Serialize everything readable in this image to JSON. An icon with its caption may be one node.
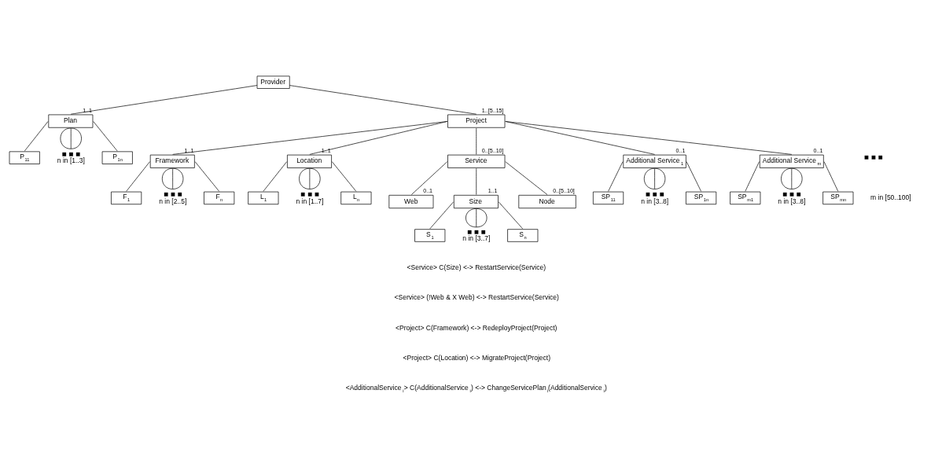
{
  "diagram": {
    "nodes": [
      {
        "text": [
          "Provider"
        ]
      },
      {
        "text": [
          "Plan"
        ],
        "beside": [
          "1..1"
        ]
      },
      {
        "text": [
          "Project"
        ],
        "beside": [
          "1..[5..15]"
        ]
      },
      {
        "text": [
          "P$_{11}$"
        ]
      },
      {
        "text": [
          "■ ■ ■",
          "n in [1..3]"
        ]
      },
      {
        "text": [
          "P$_{1n}$"
        ]
      },
      {
        "text": [
          "Framework"
        ],
        "beside": [
          "1..1"
        ]
      },
      {
        "text": [
          "F$_{1}$"
        ]
      },
      {
        "text": [
          "■ ■ ■",
          "n in [2..5]"
        ]
      },
      {
        "text": [
          "F$_{n}$"
        ]
      },
      {
        "text": [
          "Location"
        ],
        "beside": [
          "1..1"
        ]
      },
      {
        "text": [
          "L$_{1}$"
        ]
      },
      {
        "text": [
          "■ ■ ■",
          "n in [1..7]"
        ]
      },
      {
        "text": [
          "L$_{n}$"
        ]
      },
      {
        "text": [
          "Service"
        ],
        "beside": [
          "0..[5..10]"
        ]
      },
      {
        "text": [
          "Web"
        ],
        "beside": [
          "0..1"
        ]
      },
      {
        "text": [
          "Size"
        ],
        "beside": [
          "1..1"
        ]
      },
      {
        "text": [
          "Node"
        ],
        "beside": [
          "0..[5..10]"
        ]
      },
      {
        "text": [
          "S$_{1}$"
        ]
      },
      {
        "text": [
          "■ ■ ■",
          "n in [3..7]"
        ]
      },
      {
        "text": [
          "S$_{n}$"
        ]
      },
      {
        "text": [
          "Additional Service$_{1}$"
        ],
        "beside": [
          "0..1"
        ]
      },
      {
        "text": [
          "SP$_{11}$"
        ]
      },
      {
        "text": [
          "■ ■ ■",
          "n in [3..8]"
        ]
      },
      {
        "text": [
          "SP$_{1n}$"
        ]
      },
      {
        "text": [
          "Additional Service$_{m}$"
        ],
        "beside": [
          "0..1"
        ]
      },
      {
        "text": [
          "SP$_{m1}$"
        ]
      },
      {
        "text": [
          "■ ■ ■",
          "n in [3..8]"
        ]
      },
      {
        "text": [
          "SP$_{mn}$"
        ]
      }
    ],
    "edges": [
      {
        "from": 0,
        "to": 1,
        "arrow": "none"
      },
      {
        "from": 0,
        "to": 2,
        "arrow": "none"
      },
      {
        "from": 1,
        "to": 3,
        "arrow": "none"
      },
      {
        "from": 1,
        "to": 4,
        "arrow": "none"
      },
      {
        "from": 1,
        "to": 4,
        "arrow": "none"
      },
      {
        "from": 1,
        "to": 4,
        "arrow": "none"
      },
      {
        "from": 1,
        "to": 5,
        "arrow": "none"
      },
      {
        "from": 2,
        "to": 6,
        "arrow": "none"
      },
      {
        "from": 2,
        "to": 10,
        "arrow": "none"
      },
      {
        "from": 2,
        "to": 14,
        "arrow": "none"
      },
      {
        "from": 2,
        "to": 21,
        "arrow": "none"
      },
      {
        "from": 2,
        "to": 25,
        "arrow": "none"
      },
      {
        "from": 6,
        "to": 7,
        "arrow": "none"
      },
      {
        "from": 6,
        "to": 8,
        "arrow": "none"
      },
      {
        "from": 6,
        "to": 8,
        "arrow": "none"
      },
      {
        "from": 6,
        "to": 8,
        "arrow": "none"
      },
      {
        "from": 6,
        "to": 9,
        "arrow": "none"
      },
      {
        "from": 10,
        "to": 11,
        "arrow": "none"
      },
      {
        "from": 10,
        "to": 12,
        "arrow": "none"
      },
      {
        "from": 10,
        "to": 12,
        "arrow": "none"
      },
      {
        "from": 10,
        "to": 12,
        "arrow": "none"
      },
      {
        "from": 10,
        "to": 13,
        "arrow": "none"
      },
      {
        "from": 14,
        "to": 15,
        "arrow": "none"
      },
      {
        "from": 14,
        "to": 16,
        "arrow": "none"
      },
      {
        "from": 14,
        "to": 17,
        "arrow": "none"
      },
      {
        "from": 16,
        "to": 18,
        "arrow": "none"
      },
      {
        "from": 16,
        "to": 19,
        "arrow": "none"
      },
      {
        "from": 16,
        "to": 19,
        "arrow": "none"
      },
      {
        "from": 16,
        "to": 19,
        "arrow": "none"
      },
      {
        "from": 16,
        "to": 20,
        "arrow": "none"
      },
      {
        "from": 21,
        "to": 22,
        "arrow": "none"
      },
      {
        "from": 21,
        "to": 23,
        "arrow": "none"
      },
      {
        "from": 21,
        "to": 23,
        "arrow": "none"
      },
      {
        "from": 21,
        "to": 23,
        "arrow": "none"
      },
      {
        "from": 21,
        "to": 24,
        "arrow": "none"
      },
      {
        "from": 25,
        "to": 26,
        "arrow": "none"
      },
      {
        "from": 25,
        "to": 27,
        "arrow": "none"
      },
      {
        "from": 25,
        "to": 27,
        "arrow": "none"
      },
      {
        "from": 25,
        "to": 27,
        "arrow": "none"
      },
      {
        "from": 25,
        "to": 28,
        "arrow": "none"
      }
    ],
    "labels": [
      "■ ■ ■",
      "m in [50..100]",
      "<Service> C(Size) <-> RestartService(Service)",
      "<Service> (!Web & X Web) <-> RestartService(Service)",
      "<Project> C(Framework) <-> RedeployProject(Project)",
      "<Project> C(Location) <-> MigrateProject(Project)",
      "<AdditionalService$_{i}$> C(AdditionalService$_{i}$) <-> ChangeServicePlan$_{i}$(AdditionalService$_{i}$)"
    ]
  }
}
